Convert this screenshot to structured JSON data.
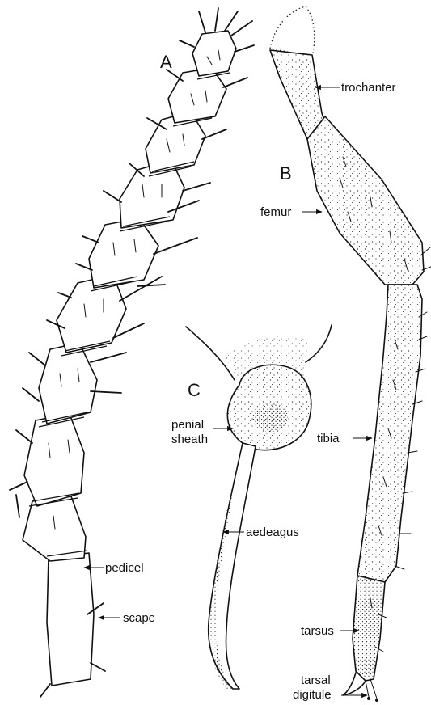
{
  "figure": {
    "panels": [
      "A",
      "B",
      "C"
    ],
    "labels": {
      "trochanter": "trochanter",
      "femur": "femur",
      "tibia": "tibia",
      "tarsus": "tarsus",
      "tarsal_line1": "tarsal",
      "tarsal_line2": "digitule",
      "penial_line1": "penial",
      "penial_line2": "sheath",
      "aedeagus": "aedeagus",
      "pedicel": "pedicel",
      "scape": "scape"
    }
  }
}
